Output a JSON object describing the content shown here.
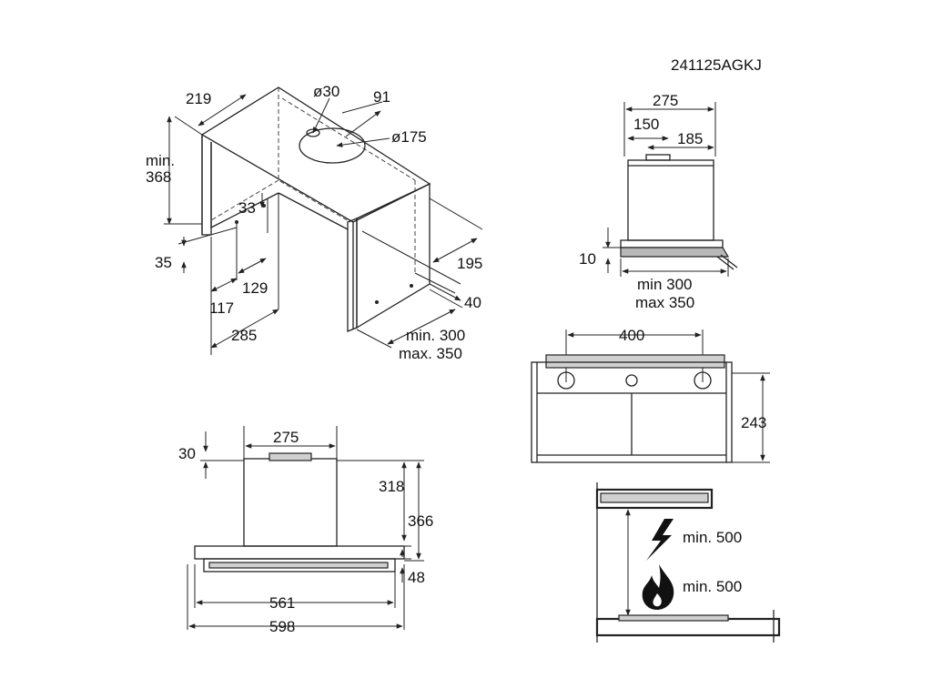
{
  "model_code": "241125AGKJ",
  "top_left_view": {
    "dim_219": "219",
    "dim_30": "ø30",
    "dim_91": "91",
    "dim_175": "ø175",
    "dim_min368_a": "min.",
    "dim_min368_b": "368",
    "dim_33": "33",
    "dim_35": "35",
    "dim_129": "129",
    "dim_117": "117",
    "dim_285": "285",
    "dim_195": "195",
    "dim_40": "40",
    "dim_min300": "min. 300",
    "dim_max350": "max. 350"
  },
  "top_right_view": {
    "dim_275": "275",
    "dim_150": "150",
    "dim_185": "185",
    "dim_10": "10",
    "dim_min300": "min 300",
    "dim_max350": "max 350"
  },
  "middle_right_view": {
    "dim_400": "400",
    "dim_243": "243"
  },
  "bottom_left_view": {
    "dim_275": "275",
    "dim_30": "30",
    "dim_318": "318",
    "dim_366": "366",
    "dim_48": "48",
    "dim_561": "561",
    "dim_598": "598"
  },
  "bottom_right_view": {
    "electric_min": "min. 500",
    "gas_min": "min. 500"
  },
  "icons": {
    "electric": "lightning-icon",
    "gas": "flame-icon"
  }
}
